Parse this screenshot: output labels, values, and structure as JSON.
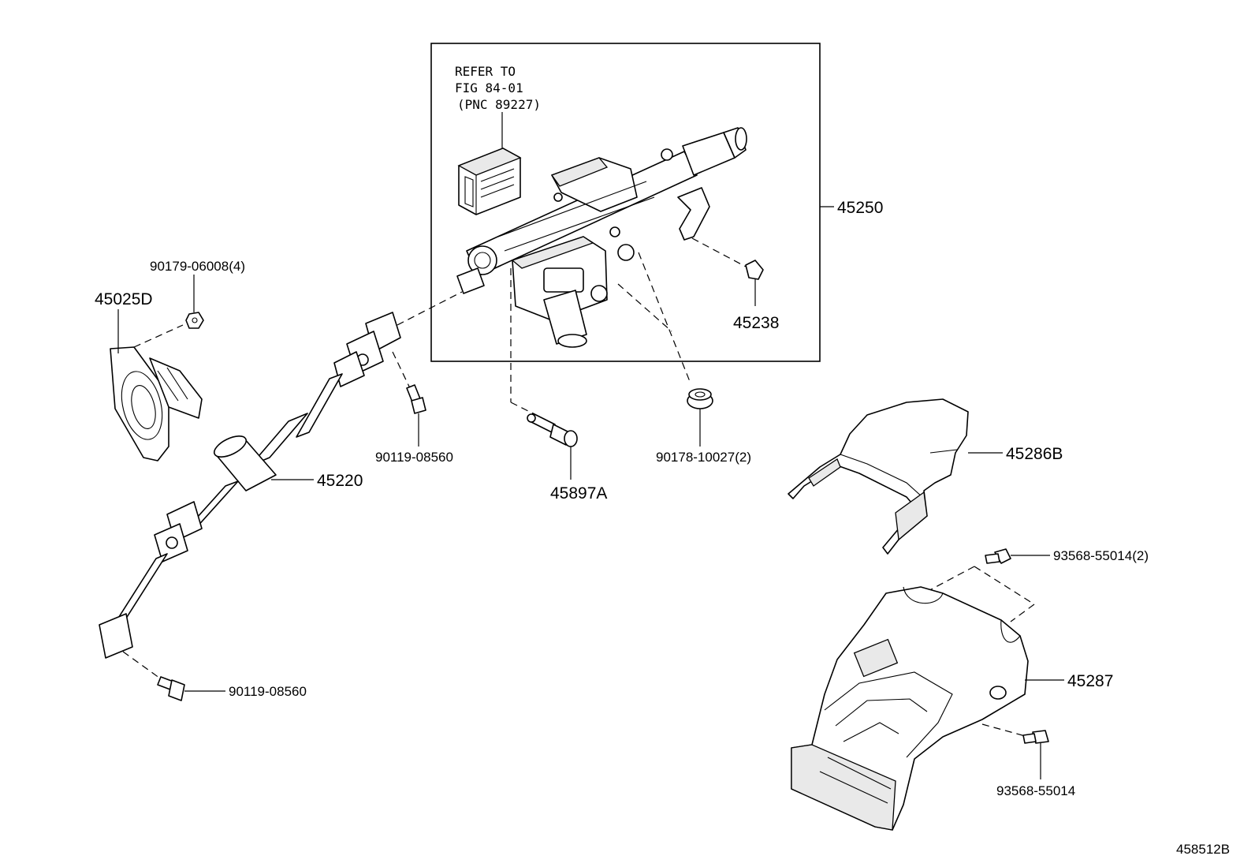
{
  "refer_box": {
    "line1": "REFER TO",
    "line2": "FIG 84-01",
    "line3": "(PNC 89227)"
  },
  "parts": {
    "column_assembly": "45250",
    "clip": "45238",
    "shaft": "45220",
    "cover_plate": "45025D",
    "cover_plate_nut": "90179-06008(4)",
    "upper_bolt": "90119-08560",
    "lower_bolt": "90119-08560",
    "column_bolt": "45897A",
    "grommet": "90178-10027(2)",
    "upper_cover": "45286B",
    "lower_cover": "45287",
    "screw_upper": "93568-55014(2)",
    "screw_lower": "93568-55014"
  },
  "illustration_id": "458512B"
}
